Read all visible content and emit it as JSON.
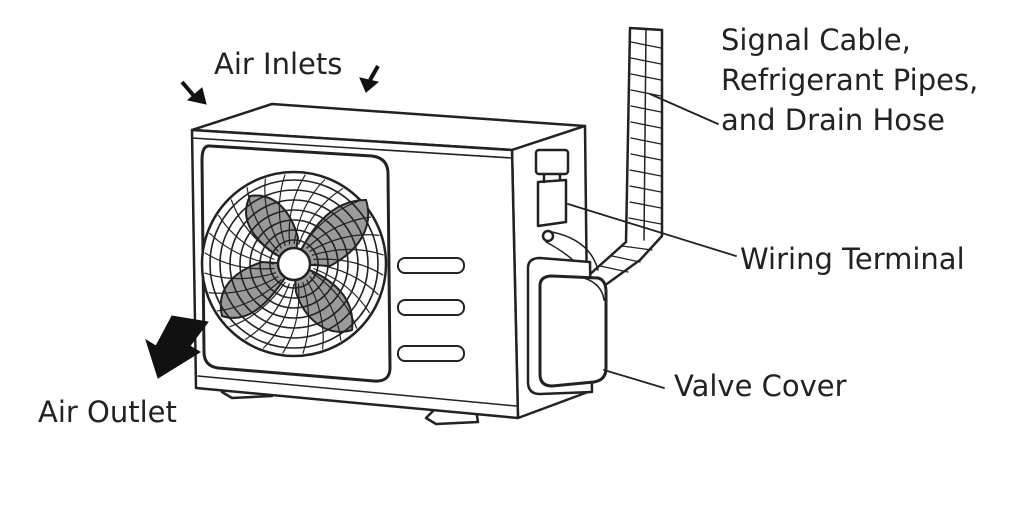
{
  "labels": {
    "air_inlets": "Air Inlets",
    "air_outlet": "Air Outlet",
    "signal_cable": [
      "Signal Cable,",
      "Refrigerant Pipes,",
      "and Drain Hose"
    ],
    "wiring_terminal": "Wiring Terminal",
    "valve_cover": "Valve Cover"
  },
  "colors": {
    "line": "#222222",
    "fill": "#ffffff",
    "blade_shade": "#9a9a9a",
    "arrow": "#111111"
  }
}
